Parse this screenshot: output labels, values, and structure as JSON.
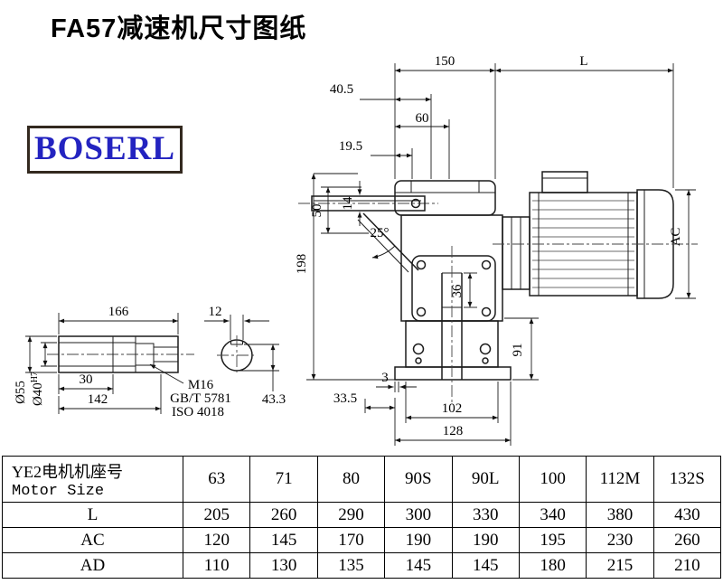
{
  "title": "FA57减速机尺寸图纸",
  "logo": {
    "text": "BOSERL"
  },
  "drawing": {
    "dims": {
      "d150": "150",
      "dL": "L",
      "d40_5": "40.5",
      "d60": "60",
      "d19_5": "19.5",
      "d50": "50",
      "d14": "14",
      "d198": "198",
      "angle25": "25°",
      "dAC": "AC",
      "d36": "36",
      "d91": "91",
      "d3": "3",
      "d33_5": "33.5",
      "d102": "102",
      "d128": "128",
      "d166": "166",
      "d12": "12",
      "d30": "30",
      "d142": "142",
      "dia55": "Ø55",
      "dia40": "Ø40",
      "dia40_tol": "H7",
      "m16": "M16",
      "gbt": "GB/T 5781",
      "iso": "ISO 4018",
      "d43_3": "43.3"
    }
  },
  "table": {
    "header": {
      "line1": "YE2电机机座号",
      "line2": "Motor Size",
      "sizes": [
        "63",
        "71",
        "80",
        "90S",
        "90L",
        "100",
        "112M",
        "132S"
      ]
    },
    "rows": [
      {
        "label": "L",
        "values": [
          "205",
          "260",
          "290",
          "300",
          "330",
          "340",
          "380",
          "430"
        ]
      },
      {
        "label": "AC",
        "values": [
          "120",
          "145",
          "170",
          "190",
          "190",
          "195",
          "230",
          "260"
        ]
      },
      {
        "label": "AD",
        "values": [
          "110",
          "130",
          "135",
          "145",
          "145",
          "180",
          "215",
          "210"
        ]
      }
    ]
  }
}
